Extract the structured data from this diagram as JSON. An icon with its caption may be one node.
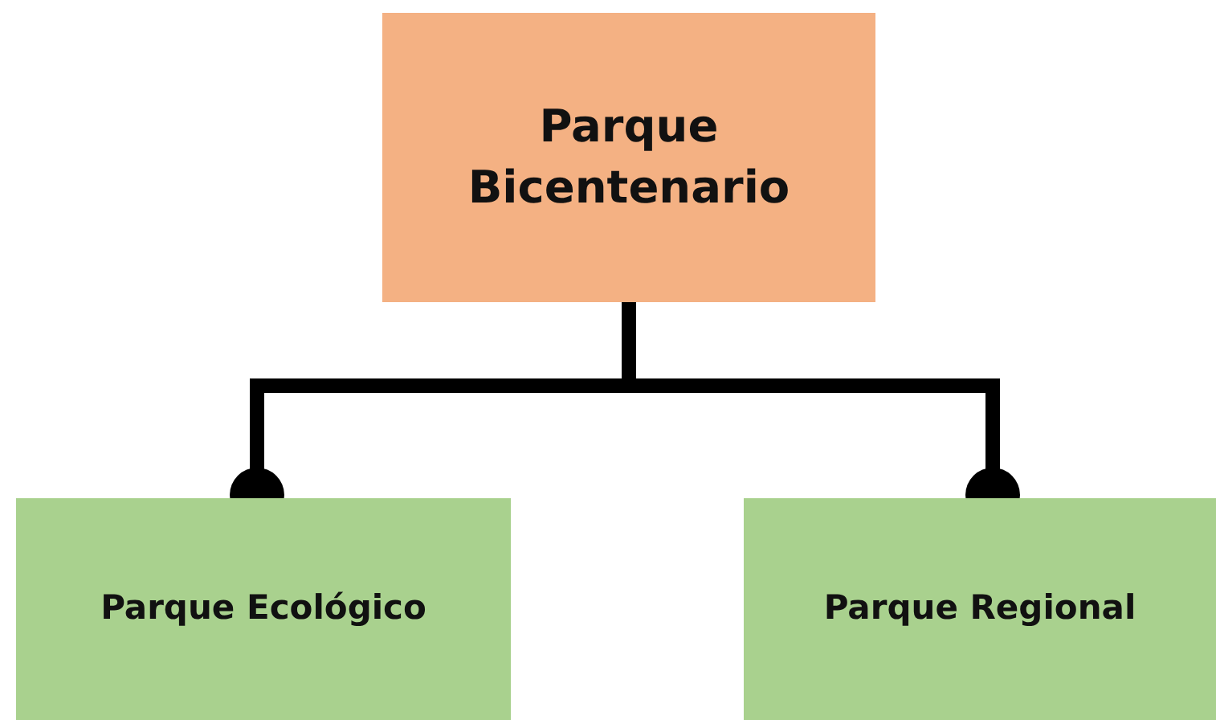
{
  "diagram": {
    "nodes": [
      {
        "text": [
          "Parque Bicentenario"
        ]
      },
      {
        "text": [
          "Parque Ecológico"
        ]
      },
      {
        "text": [
          "Parque Regional"
        ]
      }
    ],
    "edges": [
      {
        "from": 0,
        "to": 1,
        "arrow": "other"
      },
      {
        "from": 0,
        "to": 2,
        "arrow": "other"
      }
    ]
  }
}
